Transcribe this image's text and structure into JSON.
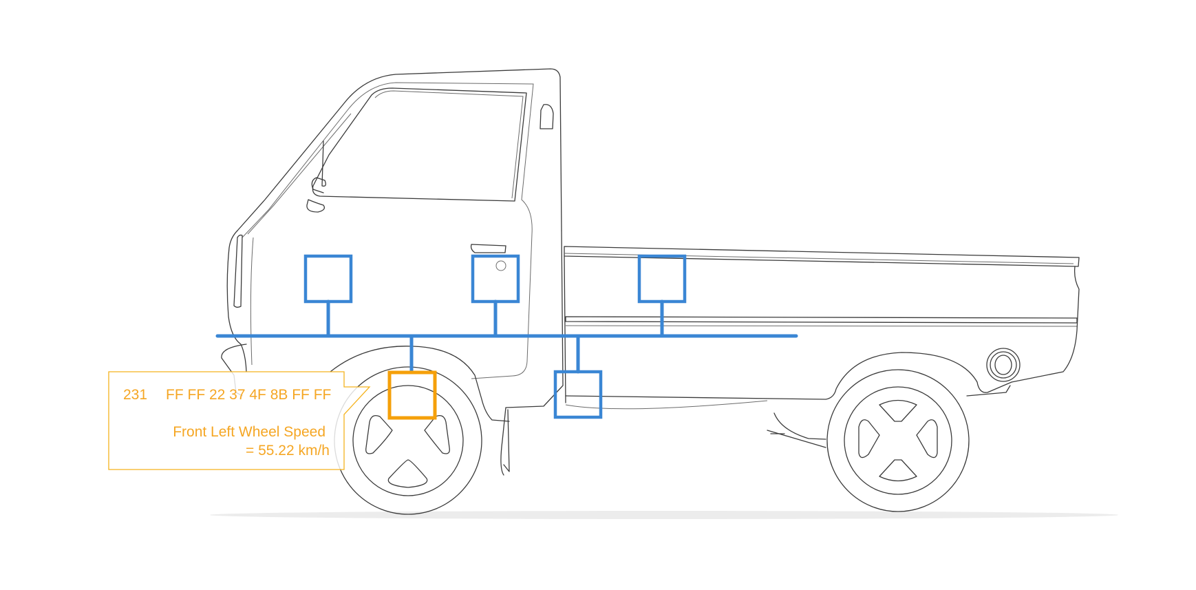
{
  "callout": {
    "can_id": "231",
    "can_bytes": "FF FF 22 37 4F 8B FF FF",
    "signal_name": "Front Left Wheel Speed",
    "signal_value": "= 55.22 km/h"
  },
  "colors": {
    "bus": "#3a86d4",
    "active_node": "#f5a00a",
    "callout": "#f5a623",
    "truck_outline": "#3a3a3a"
  },
  "nodes": [
    {
      "name": "ecu-node-cab-front",
      "active": false
    },
    {
      "name": "ecu-node-cab-door",
      "active": false
    },
    {
      "name": "ecu-node-cargo",
      "active": false
    },
    {
      "name": "ecu-node-front-left-wheel",
      "active": true
    },
    {
      "name": "ecu-node-chassis",
      "active": false
    }
  ]
}
